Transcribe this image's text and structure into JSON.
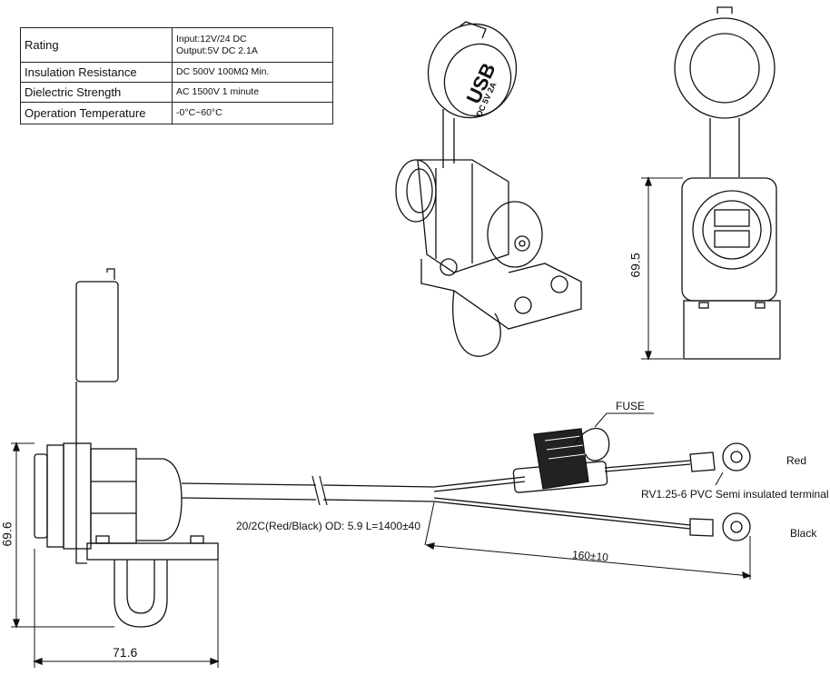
{
  "spec_table": {
    "rows": [
      {
        "label": "Rating",
        "value": "Input:12V/24 DC",
        "value2": "Output:5V DC 2.1A"
      },
      {
        "label": "Insulation Resistance",
        "value": "DC 500V 100MΩ Min."
      },
      {
        "label": "Dielectric Strength",
        "value": "AC 1500V 1 minute"
      },
      {
        "label": "Operation Temperature",
        "value": "-0°C~60°C"
      }
    ]
  },
  "cap_text": {
    "line1": "USB",
    "line2": "DC 5V 2A"
  },
  "labels": {
    "fuse": "FUSE",
    "red": "Red",
    "black": "Black",
    "terminal": "RV1.25-6 PVC Semi insulated terminal",
    "cable": "20/2C(Red/Black) OD: 5.9 L=1400±40"
  },
  "dimensions": {
    "height_side": "69.5",
    "height_front": "69.6",
    "width": "71.6",
    "lead_length": "160±10"
  }
}
